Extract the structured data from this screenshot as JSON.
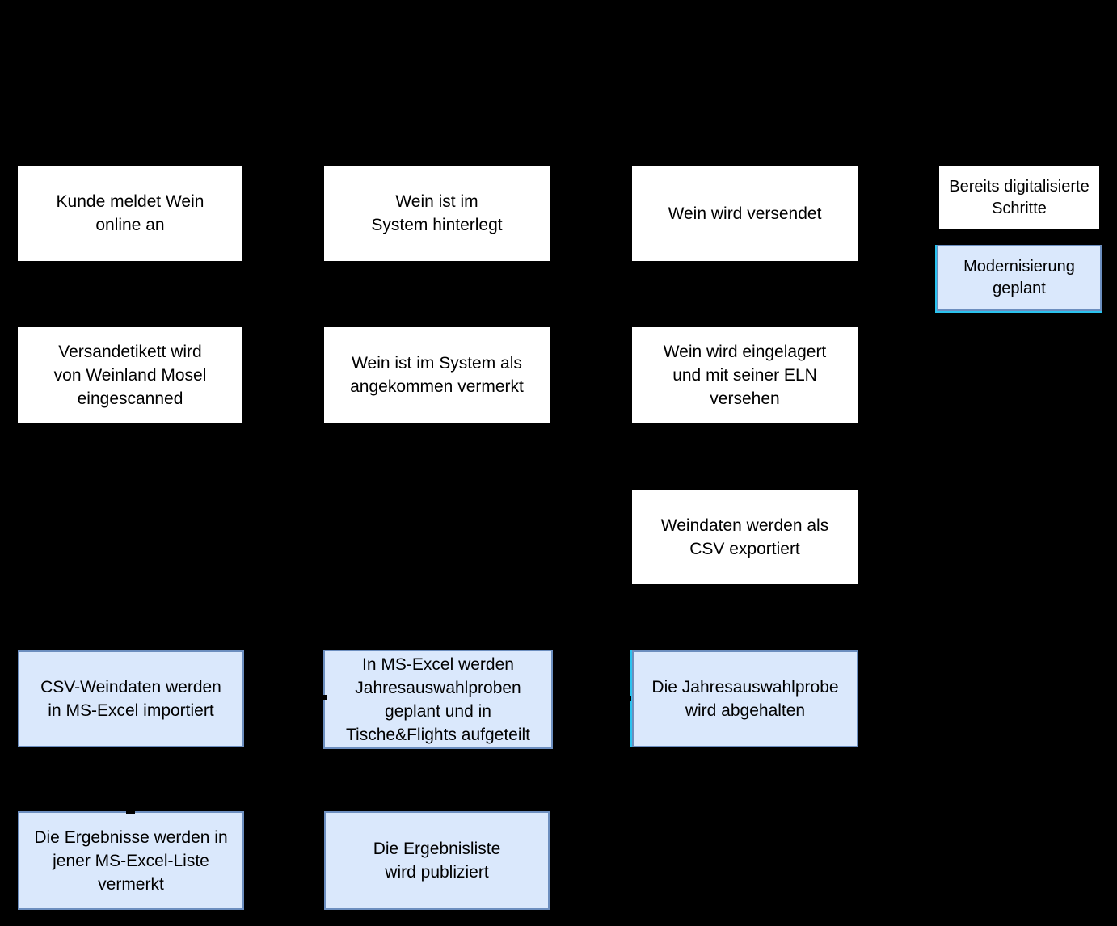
{
  "diagram": {
    "background_color": "#000000",
    "colors": {
      "done_fill": "#ffffff",
      "planned_fill": "#dae8fc",
      "planned_border": "#6c8ebf",
      "selection_accent": "#2bc3ef",
      "text": "#000000"
    },
    "legend": {
      "done": {
        "text": "Bereits digitalisierte\nSchritte"
      },
      "planned": {
        "text": "Modernisierung\ngeplant"
      }
    },
    "boxes": [
      {
        "id": "kunde-meldet-wein",
        "status": "done",
        "text": "Kunde meldet Wein\nonline an"
      },
      {
        "id": "wein-im-system-hinterlegt",
        "status": "done",
        "text": "Wein ist im\nSystem hinterlegt"
      },
      {
        "id": "wein-wird-versendet",
        "status": "done",
        "text": "Wein wird versendet"
      },
      {
        "id": "versandetikett-eingescanned",
        "status": "done",
        "text": "Versandetikett wird\nvon Weinland Mosel\neingescanned"
      },
      {
        "id": "als-angekommen-vermerkt",
        "status": "done",
        "text": "Wein ist im System als\nangekommen vermerkt"
      },
      {
        "id": "wein-eingelagert-eln",
        "status": "done",
        "text": "Wein wird eingelagert\nund mit seiner ELN\nversehen"
      },
      {
        "id": "weindaten-csv-export",
        "status": "done",
        "text": "Weindaten werden als\nCSV exportiert"
      },
      {
        "id": "csv-import-excel",
        "status": "planned",
        "text": "CSV-Weindaten werden\nin MS-Excel importiert"
      },
      {
        "id": "excel-jahresauswahlproben-planung",
        "status": "planned",
        "text": "In MS-Excel werden\nJahresauswahlproben\ngeplant und in\nTische&Flights aufgeteilt"
      },
      {
        "id": "jahresauswahlprobe-abgehalten",
        "status": "planned",
        "text": "Die Jahresauswahlprobe\nwird abgehalten"
      },
      {
        "id": "ergebnisse-in-excel-liste",
        "status": "planned",
        "text": "Die Ergebnisse werden in\njener MS-Excel-Liste\nvermerkt"
      },
      {
        "id": "ergebnisliste-publiziert",
        "status": "planned",
        "text": "Die Ergebnisliste\nwird publiziert"
      }
    ]
  }
}
